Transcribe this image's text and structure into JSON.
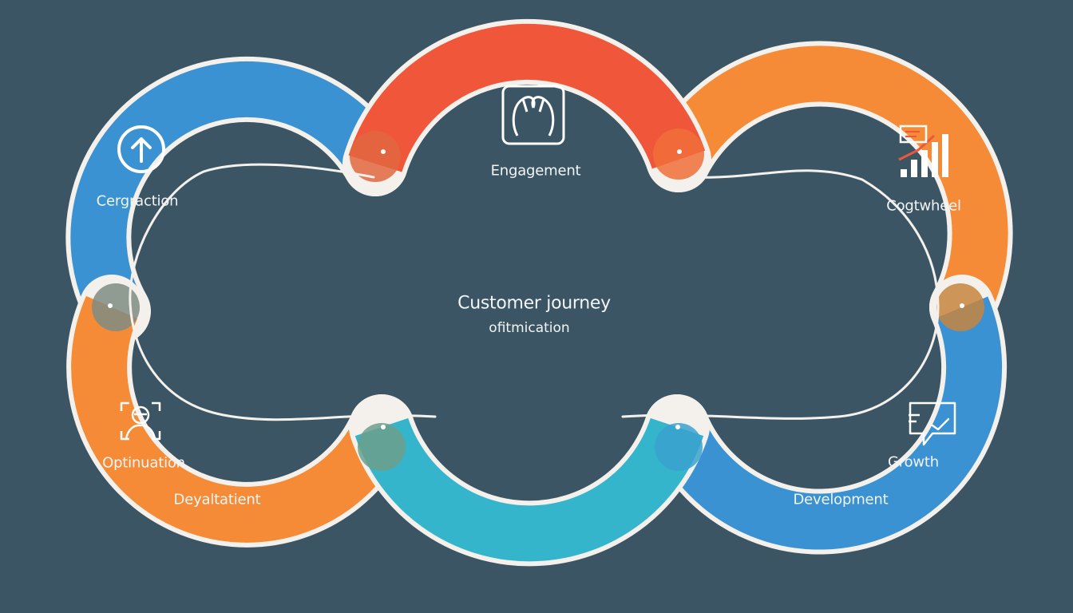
{
  "center": {
    "title": "Customer journey",
    "subtitle": "ofitmication"
  },
  "labels": {
    "top_left": "Cergraction",
    "top_center": "Engagement",
    "top_right": "Cogtwheel",
    "bottom_left_1": "Optinuation",
    "bottom_left_2": "Deyaltatient",
    "bottom_right_1": "Growth",
    "bottom_right_2": "Development"
  },
  "icons": {
    "top_left": "up-arrow-circle-icon",
    "top_center": "hands-frame-icon",
    "top_right": "growth-bar-chart-icon",
    "bottom_left": "person-frame-icon",
    "bottom_right": "chat-bubble-check-icon"
  },
  "colors": {
    "background": "#3b5565",
    "blue": "#3a92d3",
    "red": "#f0563a",
    "orange": "#f58b36",
    "cyan": "#35b5cc",
    "outline": "#f4f1ec"
  }
}
